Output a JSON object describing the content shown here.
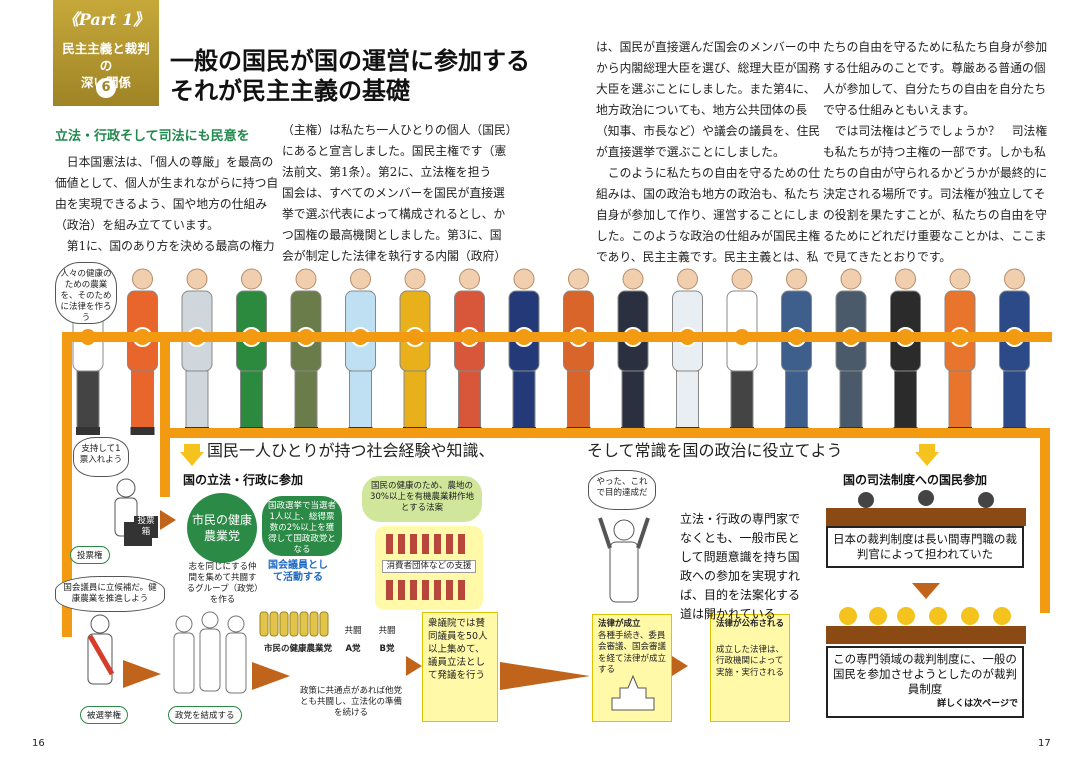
{
  "header": {
    "part_label": "《Part 1》",
    "series_line1": "民主主義と裁判の",
    "series_line2": "深い関係",
    "number": "6",
    "title_line1": "一般の国民が国の運営に参加する",
    "title_line2": "それが民主主義の基礎"
  },
  "body": {
    "subhead": "立法・行政そして司法にも民意を",
    "col1": [
      "　日本国憲法は、「個人の尊厳」を最高の",
      "価値として、個人が生まれながらに持つ自",
      "由を実現できるよう、国や地方の仕組み",
      "（政治）を組み立てています。",
      "　第1に、国のあり方を決める最高の権力"
    ],
    "col2": [
      "（主権）は私たち一人ひとりの個人（国民）",
      "にあると宣言しました。国民主権です（憲",
      "法前文、第1条）。第2に、立法権を担う",
      "国会は、すべてのメンバーを国民が直接選",
      "挙で選ぶ代表によって構成されるとし、か",
      "つ国権の最高機関としました。第3に、国",
      "会が制定した法律を執行する内閣（政府）"
    ],
    "col3": [
      "は、国民が直接選んだ国会のメンバーの中",
      "から内閣総理大臣を選び、総理大臣が国務",
      "大臣を選ぶことにしました。また第4に、",
      "地方政治についても、地方公共団体の長",
      "（知事、市長など）や議会の議員を、住民",
      "が直接選挙で選ぶことにしました。",
      "　このように私たちの自由を守るための仕",
      "組みは、国の政治も地方の政治も、私たち",
      "自身が参加して作り、運営することにしま",
      "した。このような政治の仕組みが国民主権",
      "であり、民主主義です。民主主義とは、私"
    ],
    "col4": [
      "たちの自由を守るために私たち自身が参加",
      "する仕組みのことです。尊厳ある普通の個",
      "人が参加して、自分たちの自由を自分たち",
      "で守る仕組みともいえます。",
      "　では司法権はどうでしょうか？　司法権",
      "も私たちが持つ主権の一部です。しかも私",
      "たちの自由が守られるかどうかが最終的に",
      "決定される場所です。司法権が独立してそ",
      "の役割を果たすことが、私たちの自由を守",
      "るためにどれだけ重要なことかは、ここま",
      "で見てきたとおりです。"
    ]
  },
  "diagram": {
    "chef_bubble": "人々の健康のための農業を、そのために法律を作ろう",
    "banner_left": "国民一人ひとりが持つ社会経験や知識、",
    "banner_right": "そして常識を国の政治に役立てよう",
    "left_head": "国の立法・行政に参加",
    "right_head": "国の司法制度への国民参加",
    "vote_bubble": "支持して1票入れよう",
    "vote_label": "投票権",
    "ballot_box": "投票箱",
    "party_circle": "市民の健康農業党",
    "party_req": "国政選挙で当選者1人以上、総得票数の2%以上を獲得して国政政党となる",
    "candidate_bubble": "国会議員に立候補だ。健康農業を推進しよう",
    "group_note": "志を同じにする仲間を集めて共闘するグループ（政党）を作る",
    "elected_label": "被選挙権",
    "form_party_label": "政党を結成する",
    "member_label": "国会議員として活動する",
    "party_bottom": "市民の健康農業党",
    "joint1": "共闘",
    "joint2": "共闘",
    "party_a": "A党",
    "party_b": "B党",
    "cooperate_note": "政策に共通点があれば他党とも共闘し、立法化の準備を続ける",
    "bill_box": "国民の健康のため、農地の30%以上を有機農業耕作地とする法案",
    "consumer_group": "消費者団体などの支援",
    "lower_house": "衆議院では賛同議員を50人以上集めて、議員立法として発議を行う",
    "law_passed_head": "法律が成立",
    "law_passed_body": "各種手続き、委員会審議、国会審議を経て法律が成立する",
    "law_publish_head": "法律が公布される",
    "law_publish_body": "成立した法律は、行政機関によって実施・実行される",
    "achieved_bubble": "やった、これで目的達成だ",
    "expert_text": "立法・行政の専門家でなくとも、一般市民として問題意識を持ち国政への参加を実現すれば、目的を法案化する道は開かれている",
    "judge_box1": "日本の裁判制度は長い間専門職の裁判官によって担われていた",
    "judge_box2": "この専門領域の裁判制度に、一般の国民を参加させようとしたのが裁判員制度",
    "next_page": "詳しくは次ページで"
  },
  "footer": {
    "page_left": "16",
    "page_right": "17"
  },
  "colors": {
    "gold": "#b59a30",
    "green": "#1f8a4c",
    "orange": "#f29a12"
  }
}
